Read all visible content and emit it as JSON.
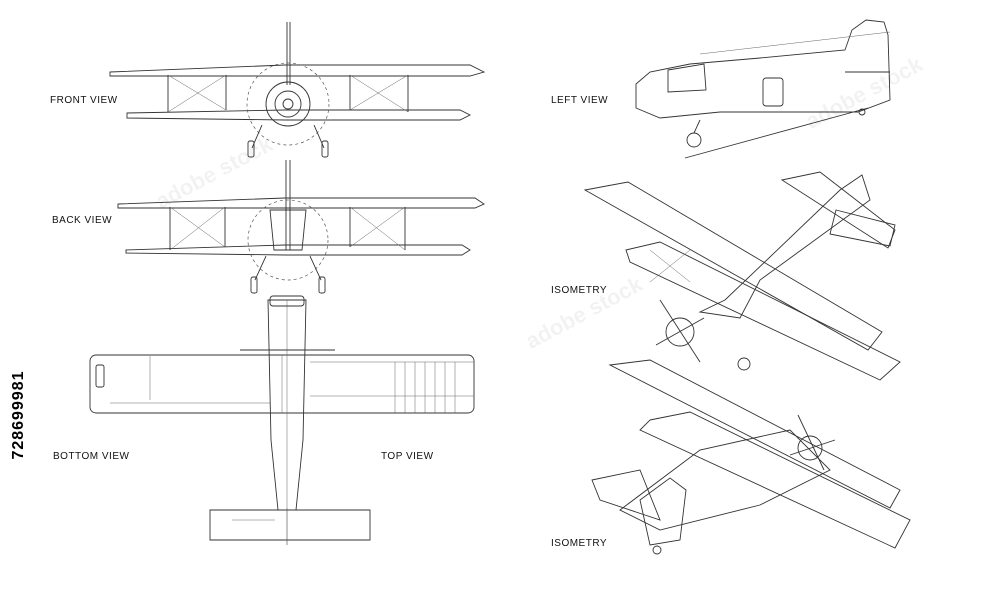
{
  "stock_id": "728699981",
  "views": {
    "front": "FRONT VIEW",
    "back": "BACK VIEW",
    "bottom": "BOTTOM VIEW",
    "top": "TOP VIEW",
    "left": "LEFT VIEW",
    "isometry_1": "ISOMETRY",
    "isometry_2": "ISOMETRY"
  },
  "watermark_text": "adobe stock",
  "colors": {
    "line": "#333333",
    "background": "#ffffff"
  }
}
